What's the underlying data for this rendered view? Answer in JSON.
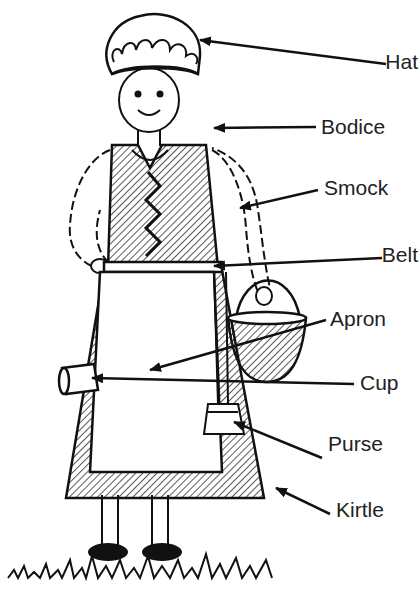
{
  "diagram": {
    "labels": [
      "Hat",
      "Bodice",
      "Smock",
      "Belt",
      "Apron",
      "Cup",
      "Purse",
      "Kirtle"
    ]
  }
}
